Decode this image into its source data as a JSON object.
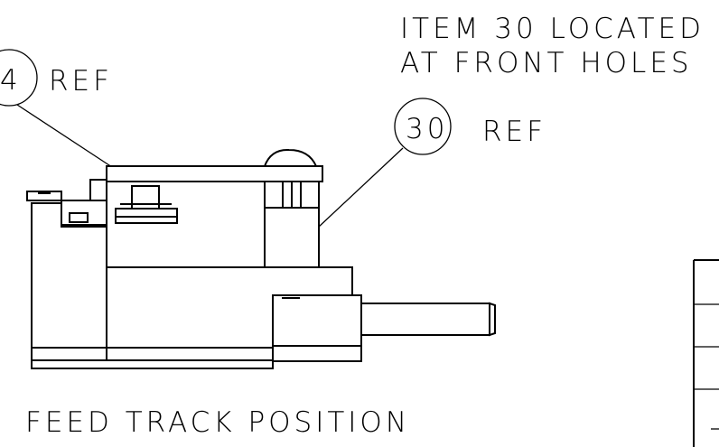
{
  "notes": {
    "item_located_line1": "ITEM 30 LOCATED",
    "item_located_line2": "AT FRONT HOLES",
    "view_title": "FEED TRACK POSITION"
  },
  "balloons": [
    {
      "number": "4",
      "suffix": "REF"
    },
    {
      "number": "30",
      "suffix": "REF"
    }
  ]
}
